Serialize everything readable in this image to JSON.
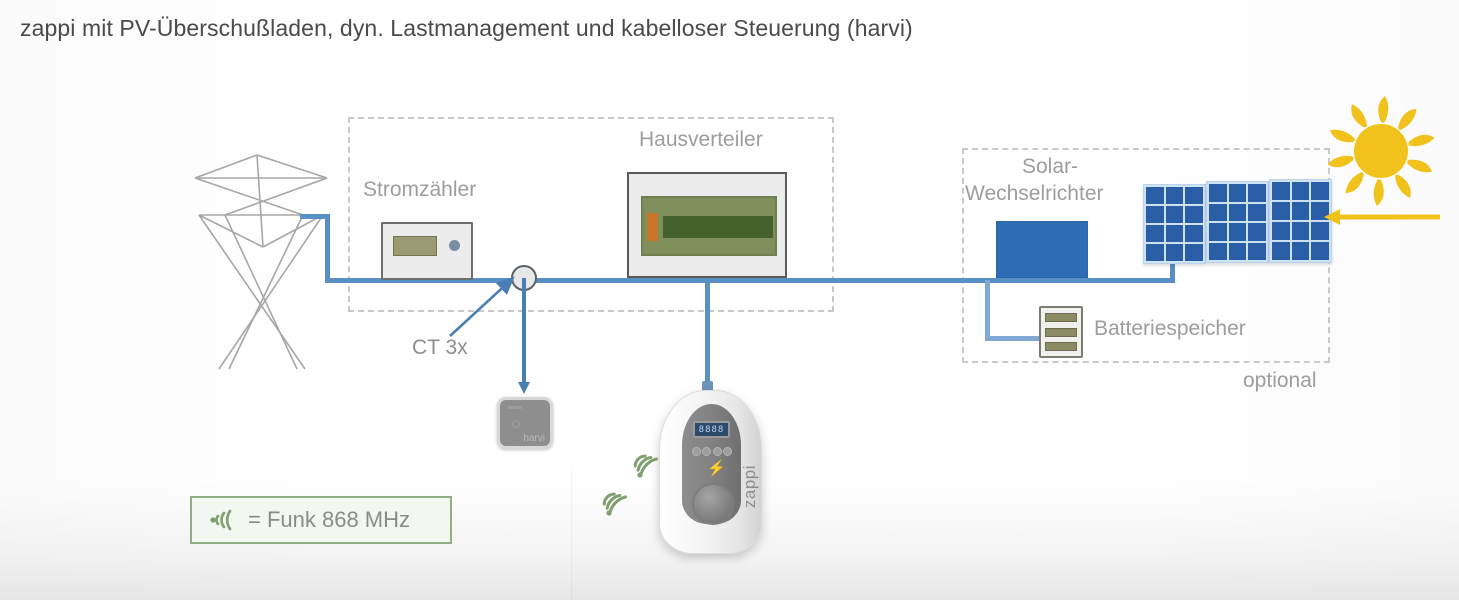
{
  "title": "zappi mit PV-Überschußladen, dyn. Lastmanagement und kabelloser Steuerung (harvi)",
  "groups": {
    "meter_box_label": "Stromzähler",
    "distribution_box_label": "Hausverteiler",
    "solar_box_label_line1": "Solar-",
    "solar_box_label_line2": "Wechselrichter",
    "optional_label": "optional"
  },
  "labels": {
    "ct": "CT 3x",
    "battery": "Batteriespeicher"
  },
  "devices": {
    "harvi_brand": "harvi",
    "zappi_brand": "zappi",
    "zappi_display": "8888"
  },
  "legend": {
    "rf_text": "= Funk 868 MHz",
    "rf_icon": "wifi-waves-icon"
  },
  "icons": {
    "pylon": "transmission-pylon-icon",
    "sun": "sun-icon",
    "sun_ray_arrow": "sunlight-arrow-icon",
    "ct_node": "current-transformer-icon",
    "rf_wave_small": "wifi-waves-icon"
  },
  "colors": {
    "wire_blue": "#5a8fc4",
    "wire_blue_light": "#7fa9d2",
    "inverter_blue": "#2e6db4",
    "panel_cell_blue": "#2a5fa8",
    "sun_yellow": "#f2c21c",
    "sun_core": "#f5c518",
    "rf_green": "#7f9f6e",
    "legend_border_green": "#8fae82",
    "dash_grey": "#c9c9c9",
    "label_grey": "#9d9d9d",
    "title_grey": "#4a4a4a",
    "breaker_orange": "#c8752a",
    "cu_green": "#46622c",
    "lcd_olive": "#9a9b75",
    "battery_bar": "#8a8a63"
  }
}
